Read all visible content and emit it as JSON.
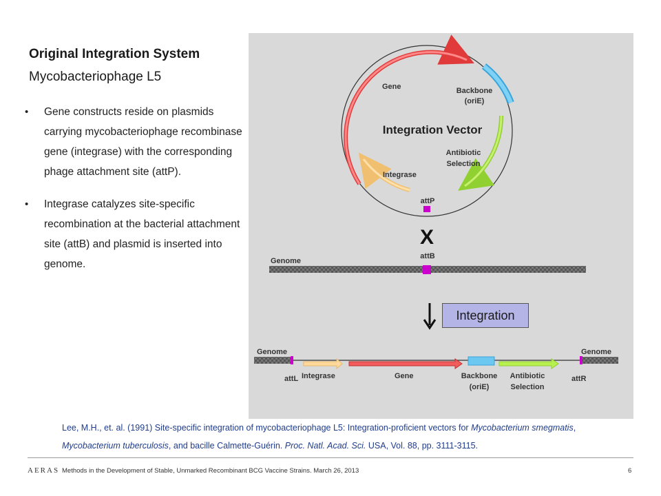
{
  "slide": {
    "title": "Original Integration System",
    "subtitle": "Mycobacteriophage L5",
    "bullets": [
      "Gene constructs reside on plasmids carrying mycobacteriophage recombinase gene (integrase) with the corresponding phage attachment site (attP).",
      "Integrase catalyzes site-specific recombination at the bacterial attachment site (attB) and plasmid is inserted into genome."
    ]
  },
  "diagram": {
    "vector_title": "Integration Vector",
    "gene": "Gene",
    "backbone": "Backbone",
    "orie": "(oriE)",
    "antibiotic": "Antibiotic",
    "selection": "Selection",
    "integrase": "Integrase",
    "attp": "attP",
    "cross": "X",
    "attb": "attB",
    "genome": "Genome",
    "integration_label": "Integration",
    "attl": "attL",
    "attr": "attR",
    "colors": {
      "gene": "#f25c5c",
      "backbone": "#6cc8f0",
      "antibiotic": "#b8f050",
      "integrase": "#ffd89a",
      "att_site": "#cc00cc",
      "integration_box": "#b4b4e6"
    }
  },
  "reference": {
    "authors": "Lee, M.H., et. al.  (1991)  Site-specific integration of mycobacteriophage L5:  Integration-proficient vectors for ",
    "sp1": "Mycobacterium smegmatis",
    "sep1": ", ",
    "sp2": "Mycobacterium tuberculosis",
    "mid": ", and bacille Calmette-Guérin.  ",
    "journal": "Proc. Natl. Acad. Sci.",
    "tail": " USA, Vol. 88, pp. 3111-3115."
  },
  "footer": {
    "logo": "AERAS",
    "text": "Methods in the Development of Stable, Unmarked Recombinant BCG Vaccine Strains. March 26, 2013",
    "page": "6"
  }
}
